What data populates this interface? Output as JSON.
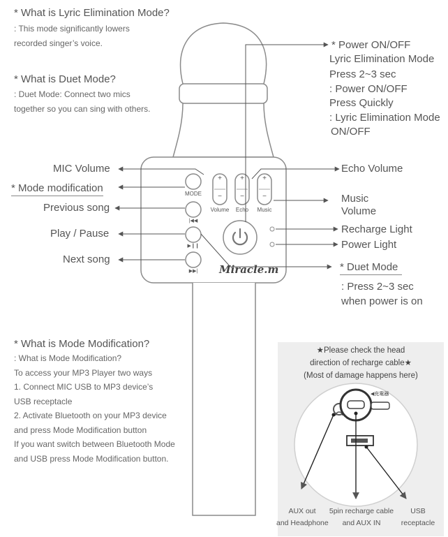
{
  "lyric_info": {
    "heading": "* What is Lyric Elimination Mode?",
    "lines": [
      ": This mode significantly lowers",
      "recorded singer’s voice."
    ]
  },
  "duet_info": {
    "heading": "* What is Duet Mode?",
    "lines": [
      ": Duet Mode: Connect two mics",
      "together so you can sing with others."
    ]
  },
  "power_info": {
    "lines": [
      "* Power ON/OFF",
      "Lyric Elimination Mode",
      "Press 2~3 sec",
      ": Power ON/OFF",
      "Press Quickly",
      ": Lyric Elimination Mode",
      "ON/OFF"
    ]
  },
  "left_labels": [
    "MIC Volume",
    "* Mode modification",
    "Previous song",
    "Play / Pause",
    "Next song"
  ],
  "right_labels": {
    "echo_volume": "Echo Volume",
    "music_volume": [
      "Music",
      "Volume"
    ],
    "recharge_light": "Recharge Light",
    "power_light": "Power Light",
    "duet_mode": "* Duet Mode",
    "duet_lines": [
      ": Press 2~3 sec",
      "when power is on"
    ]
  },
  "controls": {
    "mode": "MODE",
    "volume": "Volume",
    "echo": "Echo",
    "music": "Music",
    "plus": "+",
    "minus": "−",
    "prev_symbol": "|◀◀",
    "play_symbol": "▶❙❙",
    "next_symbol": "▶▶|",
    "brand": "Miracle.m"
  },
  "mode_mod_info": {
    "heading": "* What is Mode Modification?",
    "lines": [
      ": What is Mode Modification?",
      "To access your MP3 Player two ways",
      "1. Connect MIC USB to MP3 device’s",
      "USB receptacle",
      "2. Activate Bluetooth on your MP3 device",
      "and press Mode Modification button",
      "If you want switch between Bluetooth Mode",
      "and USB press Mode Modification button."
    ]
  },
  "bottom_panel": {
    "title_lines": [
      "★Please check the head",
      "direction of recharge cable★",
      "(Most of damage happens here)"
    ],
    "port_mark": "◀充電器",
    "labels": [
      {
        "lines": [
          "AUX out",
          "and Headphone"
        ]
      },
      {
        "lines": [
          "5pin recharge cable",
          "and AUX IN"
        ]
      },
      {
        "lines": [
          "USB",
          "receptacle"
        ]
      }
    ]
  },
  "colors": {
    "line": "#8a8a8a",
    "panel_bg": "#eeeeee",
    "text": "#555555"
  }
}
